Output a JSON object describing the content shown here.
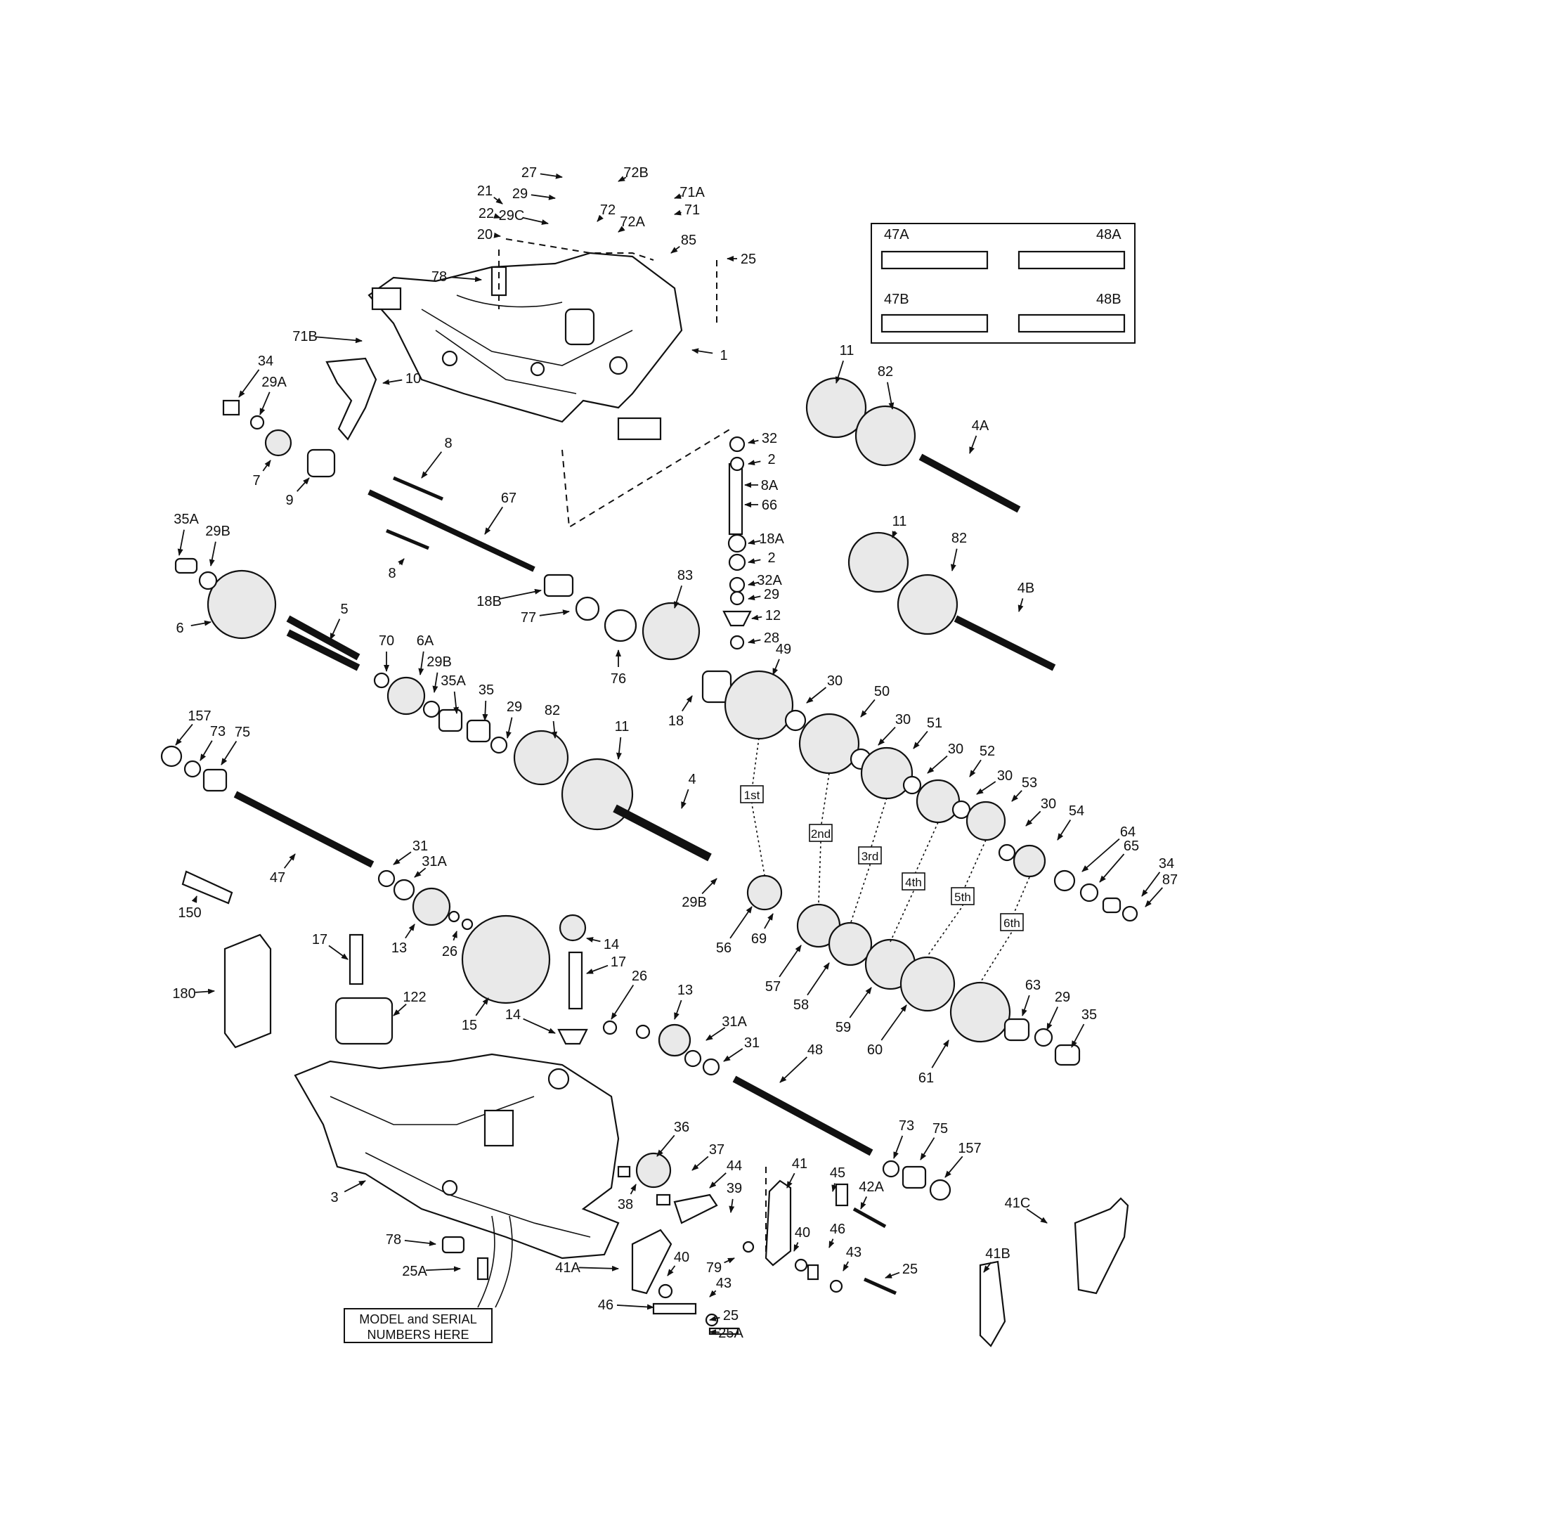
{
  "callouts": [
    {
      "id": "c27",
      "text": "27"
    },
    {
      "id": "c72B",
      "text": "72B"
    },
    {
      "id": "c29t",
      "text": "29"
    },
    {
      "id": "c71A",
      "text": "71A"
    },
    {
      "id": "c21",
      "text": "21"
    },
    {
      "id": "c29C",
      "text": "29C"
    },
    {
      "id": "c72",
      "text": "72"
    },
    {
      "id": "c71",
      "text": "71"
    },
    {
      "id": "c22",
      "text": "22"
    },
    {
      "id": "c72A",
      "text": "72A"
    },
    {
      "id": "c20",
      "text": "20"
    },
    {
      "id": "c85",
      "text": "85"
    },
    {
      "id": "c25t",
      "text": "25"
    },
    {
      "id": "c78t",
      "text": "78"
    },
    {
      "id": "c71B",
      "text": "71B"
    },
    {
      "id": "c1",
      "text": "1"
    },
    {
      "id": "c34t",
      "text": "34"
    },
    {
      "id": "c29At",
      "text": "29A"
    },
    {
      "id": "c10",
      "text": "10"
    },
    {
      "id": "c7",
      "text": "7"
    },
    {
      "id": "c9",
      "text": "9"
    },
    {
      "id": "c8a",
      "text": "8"
    },
    {
      "id": "c8b",
      "text": "8"
    },
    {
      "id": "c67",
      "text": "67"
    },
    {
      "id": "c35A",
      "text": "35A"
    },
    {
      "id": "c29Bl",
      "text": "29B"
    },
    {
      "id": "c6",
      "text": "6"
    },
    {
      "id": "c5",
      "text": "5"
    },
    {
      "id": "c18B",
      "text": "18B"
    },
    {
      "id": "c77",
      "text": "77"
    },
    {
      "id": "c76",
      "text": "76"
    },
    {
      "id": "c83",
      "text": "83"
    },
    {
      "id": "c32",
      "text": "32"
    },
    {
      "id": "c2a",
      "text": "2"
    },
    {
      "id": "c8A",
      "text": "8A"
    },
    {
      "id": "c66",
      "text": "66"
    },
    {
      "id": "c18A",
      "text": "18A"
    },
    {
      "id": "c2b",
      "text": "2"
    },
    {
      "id": "c32A",
      "text": "32A"
    },
    {
      "id": "c29m",
      "text": "29"
    },
    {
      "id": "c12",
      "text": "12"
    },
    {
      "id": "c28",
      "text": "28"
    },
    {
      "id": "c11a",
      "text": "11"
    },
    {
      "id": "c82a",
      "text": "82"
    },
    {
      "id": "c4A",
      "text": "4A"
    },
    {
      "id": "c11b",
      "text": "11"
    },
    {
      "id": "c82b",
      "text": "82"
    },
    {
      "id": "c4B",
      "text": "4B"
    },
    {
      "id": "c70",
      "text": "70"
    },
    {
      "id": "c6A",
      "text": "6A"
    },
    {
      "id": "c29Bm",
      "text": "29B"
    },
    {
      "id": "c35Am",
      "text": "35A"
    },
    {
      "id": "c35m",
      "text": "35"
    },
    {
      "id": "c29x",
      "text": "29"
    },
    {
      "id": "c82c",
      "text": "82"
    },
    {
      "id": "c11c",
      "text": "11"
    },
    {
      "id": "c4",
      "text": "4"
    },
    {
      "id": "c18",
      "text": "18"
    },
    {
      "id": "c49",
      "text": "49"
    },
    {
      "id": "c30a",
      "text": "30"
    },
    {
      "id": "c50",
      "text": "50"
    },
    {
      "id": "c30b",
      "text": "30"
    },
    {
      "id": "c51",
      "text": "51"
    },
    {
      "id": "c30c",
      "text": "30"
    },
    {
      "id": "c52",
      "text": "52"
    },
    {
      "id": "c30d",
      "text": "30"
    },
    {
      "id": "c53",
      "text": "53"
    },
    {
      "id": "c30e",
      "text": "30"
    },
    {
      "id": "c54",
      "text": "54"
    },
    {
      "id": "c64",
      "text": "64"
    },
    {
      "id": "c65",
      "text": "65"
    },
    {
      "id": "c34r",
      "text": "34"
    },
    {
      "id": "c87",
      "text": "87"
    },
    {
      "id": "c157a",
      "text": "157"
    },
    {
      "id": "c73a",
      "text": "73"
    },
    {
      "id": "c75a",
      "text": "75"
    },
    {
      "id": "c47",
      "text": "47"
    },
    {
      "id": "c31a",
      "text": "31"
    },
    {
      "id": "c31Aa",
      "text": "31A"
    },
    {
      "id": "c13a",
      "text": "13"
    },
    {
      "id": "c26a",
      "text": "26"
    },
    {
      "id": "c150",
      "text": "150"
    },
    {
      "id": "c29Bb",
      "text": "29B"
    },
    {
      "id": "c56",
      "text": "56"
    },
    {
      "id": "c69",
      "text": "69"
    },
    {
      "id": "c57",
      "text": "57"
    },
    {
      "id": "c58",
      "text": "58"
    },
    {
      "id": "c59",
      "text": "59"
    },
    {
      "id": "c60",
      "text": "60"
    },
    {
      "id": "c61",
      "text": "61"
    },
    {
      "id": "c17a",
      "text": "17"
    },
    {
      "id": "c180",
      "text": "180"
    },
    {
      "id": "c122",
      "text": "122"
    },
    {
      "id": "c15",
      "text": "15"
    },
    {
      "id": "c14a",
      "text": "14"
    },
    {
      "id": "c17b",
      "text": "17"
    },
    {
      "id": "c14b",
      "text": "14"
    },
    {
      "id": "c26b",
      "text": "26"
    },
    {
      "id": "c13b",
      "text": "13"
    },
    {
      "id": "c31Ab",
      "text": "31A"
    },
    {
      "id": "c31b",
      "text": "31"
    },
    {
      "id": "c63",
      "text": "63"
    },
    {
      "id": "c29y",
      "text": "29"
    },
    {
      "id": "c35r",
      "text": "35"
    },
    {
      "id": "c48",
      "text": "48"
    },
    {
      "id": "c3",
      "text": "3"
    },
    {
      "id": "c36",
      "text": "36"
    },
    {
      "id": "c73b",
      "text": "73"
    },
    {
      "id": "c75b",
      "text": "75"
    },
    {
      "id": "c157b",
      "text": "157"
    },
    {
      "id": "c37",
      "text": "37"
    },
    {
      "id": "c44",
      "text": "44"
    },
    {
      "id": "c41",
      "text": "41"
    },
    {
      "id": "c38",
      "text": "38"
    },
    {
      "id": "c39",
      "text": "39"
    },
    {
      "id": "c45",
      "text": "45"
    },
    {
      "id": "c42A",
      "text": "42A"
    },
    {
      "id": "c41C",
      "text": "41C"
    },
    {
      "id": "c78b",
      "text": "78"
    },
    {
      "id": "c40a",
      "text": "40"
    },
    {
      "id": "c46a",
      "text": "46"
    },
    {
      "id": "c25A",
      "text": "25A"
    },
    {
      "id": "c41A",
      "text": "41A"
    },
    {
      "id": "c40b",
      "text": "40"
    },
    {
      "id": "c79",
      "text": "79"
    },
    {
      "id": "c43a",
      "text": "43"
    },
    {
      "id": "c25r",
      "text": "25"
    },
    {
      "id": "c41B",
      "text": "41B"
    },
    {
      "id": "c43b",
      "text": "43"
    },
    {
      "id": "c46b",
      "text": "46"
    },
    {
      "id": "c25b",
      "text": "25"
    },
    {
      "id": "c25Ab",
      "text": "25A"
    }
  ],
  "gear_labels": [
    {
      "id": "g1",
      "text": "1st"
    },
    {
      "id": "g2",
      "text": "2nd"
    },
    {
      "id": "g3",
      "text": "3rd"
    },
    {
      "id": "g4",
      "text": "4th"
    },
    {
      "id": "g5",
      "text": "5th"
    },
    {
      "id": "g6",
      "text": "6th"
    }
  ],
  "inset": {
    "l47A": "47A",
    "l48A": "48A",
    "l47B": "47B",
    "l48B": "48B"
  },
  "model_box": {
    "line1": "MODEL and SERIAL",
    "line2": "NUMBERS HERE"
  }
}
